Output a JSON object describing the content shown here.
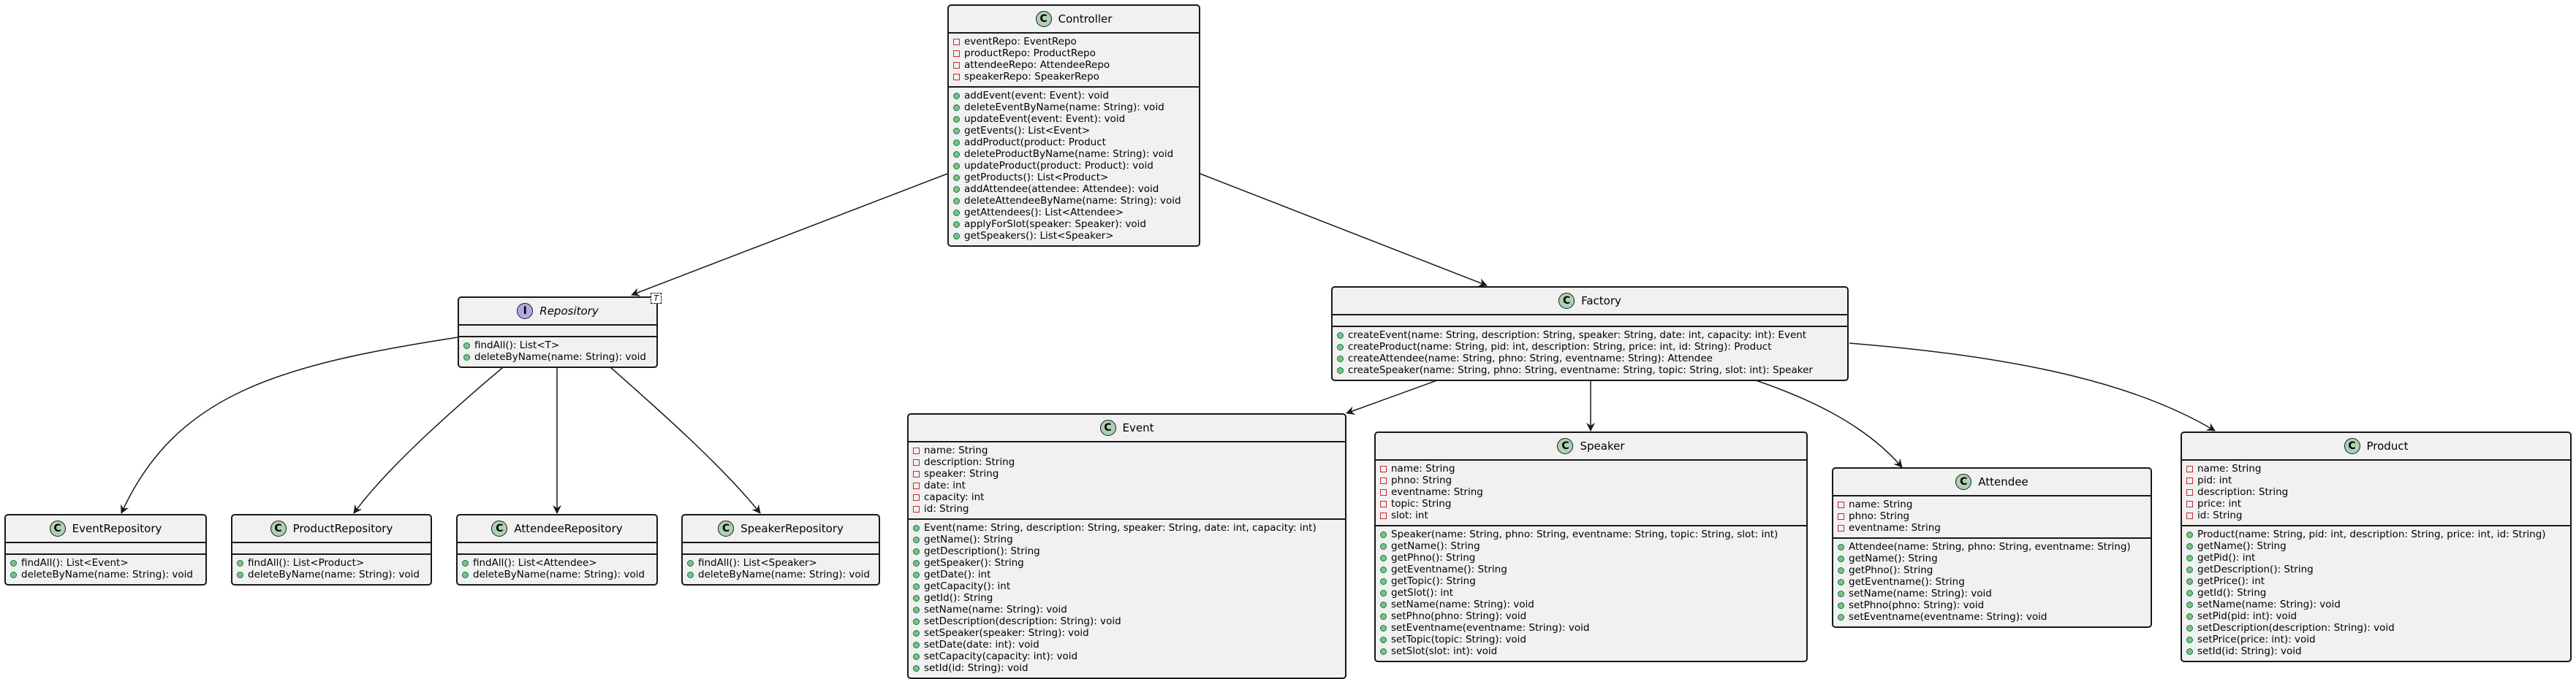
{
  "classes": {
    "controller": {
      "name": "Controller",
      "stereotype": "C",
      "attributes": [
        "eventRepo: EventRepo",
        "productRepo: ProductRepo",
        "attendeeRepo: AttendeeRepo",
        "speakerRepo: SpeakerRepo"
      ],
      "methods": [
        "addEvent(event: Event): void",
        "deleteEventByName(name: String): void",
        "updateEvent(event: Event): void",
        "getEvents(): List<Event>",
        "addProduct(product: Product",
        "deleteProductByName(name: String): void",
        "updateProduct(product: Product): void",
        "getProducts(): List<Product>",
        "addAttendee(attendee: Attendee): void",
        "deleteAttendeeByName(name: String): void",
        "getAttendees(): List<Attendee>",
        "applyForSlot(speaker: Speaker): void",
        "getSpeakers(): List<Speaker>"
      ]
    },
    "repository": {
      "name": "Repository",
      "stereotype": "I",
      "type_param": "T",
      "attributes": [],
      "methods": [
        "findAll(): List<T>",
        "deleteByName(name: String): void"
      ]
    },
    "factory": {
      "name": "Factory",
      "stereotype": "C",
      "attributes": [],
      "methods": [
        "createEvent(name: String, description: String, speaker: String, date: int, capacity: int): Event",
        "createProduct(name: String, pid: int, description: String, price: int, id: String): Product",
        "createAttendee(name: String, phno: String, eventname: String): Attendee",
        "createSpeaker(name: String, phno: String, eventname: String, topic: String, slot: int): Speaker"
      ]
    },
    "event_repository": {
      "name": "EventRepository",
      "stereotype": "C",
      "attributes": [],
      "methods": [
        "findAll(): List<Event>",
        "deleteByName(name: String): void"
      ]
    },
    "product_repository": {
      "name": "ProductRepository",
      "stereotype": "C",
      "attributes": [],
      "methods": [
        "findAll(): List<Product>",
        "deleteByName(name: String): void"
      ]
    },
    "attendee_repository": {
      "name": "AttendeeRepository",
      "stereotype": "C",
      "attributes": [],
      "methods": [
        "findAll(): List<Attendee>",
        "deleteByName(name: String): void"
      ]
    },
    "speaker_repository": {
      "name": "SpeakerRepository",
      "stereotype": "C",
      "attributes": [],
      "methods": [
        "findAll(): List<Speaker>",
        "deleteByName(name: String): void"
      ]
    },
    "event": {
      "name": "Event",
      "stereotype": "C",
      "attributes": [
        "name: String",
        "description: String",
        "speaker: String",
        "date: int",
        "capacity: int",
        "id: String"
      ],
      "methods": [
        "Event(name: String, description: String, speaker: String, date: int, capacity: int)",
        "getName(): String",
        "getDescription(): String",
        "getSpeaker(): String",
        "getDate(): int",
        "getCapacity(): int",
        "getId(): String",
        "setName(name: String): void",
        "setDescription(description: String): void",
        "setSpeaker(speaker: String): void",
        "setDate(date: int): void",
        "setCapacity(capacity: int): void",
        "setId(id: String): void"
      ]
    },
    "speaker": {
      "name": "Speaker",
      "stereotype": "C",
      "attributes": [
        "name: String",
        "phno: String",
        "eventname: String",
        "topic: String",
        "slot: int"
      ],
      "methods": [
        "Speaker(name: String, phno: String, eventname: String, topic: String, slot: int)",
        "getName(): String",
        "getPhno(): String",
        "getEventname(): String",
        "getTopic(): String",
        "getSlot(): int",
        "setName(name: String): void",
        "setPhno(phno: String): void",
        "setEventname(eventname: String): void",
        "setTopic(topic: String): void",
        "setSlot(slot: int): void"
      ]
    },
    "attendee": {
      "name": "Attendee",
      "stereotype": "C",
      "attributes": [
        "name: String",
        "phno: String",
        "eventname: String"
      ],
      "methods": [
        "Attendee(name: String, phno: String, eventname: String)",
        "getName(): String",
        "getPhno(): String",
        "getEventname(): String",
        "setName(name: String): void",
        "setPhno(phno: String): void",
        "setEventname(eventname: String): void"
      ]
    },
    "product": {
      "name": "Product",
      "stereotype": "C",
      "attributes": [
        "name: String",
        "pid: int",
        "description: String",
        "price: int",
        "id: String"
      ],
      "methods": [
        "Product(name: String, pid: int, description: String, price: int, id: String)",
        "getName(): String",
        "getPid(): int",
        "getDescription(): String",
        "getPrice(): int",
        "getId(): String",
        "setName(name: String): void",
        "setPid(pid: int): void",
        "setDescription(description: String): void",
        "setPrice(price: int): void",
        "setId(id: String): void"
      ]
    }
  },
  "relations": [
    {
      "from": "controller",
      "to": "repository"
    },
    {
      "from": "controller",
      "to": "factory"
    },
    {
      "from": "repository",
      "to": "event_repository"
    },
    {
      "from": "repository",
      "to": "product_repository"
    },
    {
      "from": "repository",
      "to": "attendee_repository"
    },
    {
      "from": "repository",
      "to": "speaker_repository"
    },
    {
      "from": "factory",
      "to": "event"
    },
    {
      "from": "factory",
      "to": "speaker"
    },
    {
      "from": "factory",
      "to": "attendee"
    },
    {
      "from": "factory",
      "to": "product"
    }
  ],
  "colors": {
    "class_fill": "#f1f1f1",
    "border": "#181818",
    "class_badge": "#add1b2",
    "interface_badge": "#b4a7e5",
    "private_marker": "#c82930",
    "public_marker": "#84be84"
  }
}
